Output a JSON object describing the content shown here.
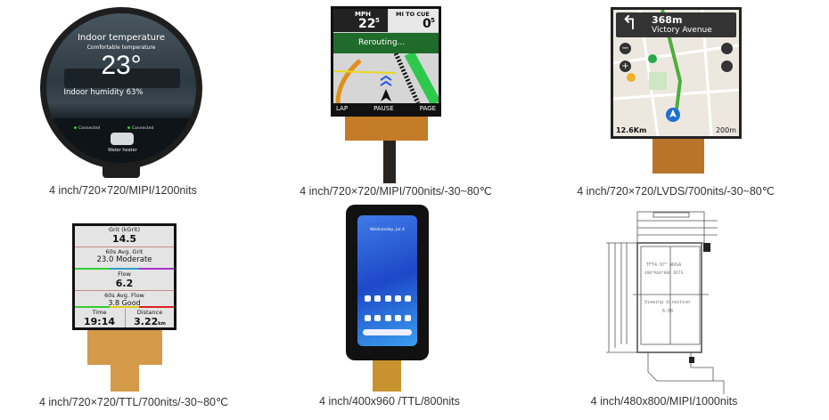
{
  "products": [
    {
      "caption": "4 inch/720×720/MIPI/1200nits",
      "screen": {
        "title": "Indoor temperature",
        "subtitle": "Comfortable temperature",
        "temperature": "23°",
        "humidity": "Indoor humidity 63%",
        "status_left": "Connected",
        "status_center": "Connected",
        "device": "Water heater"
      }
    },
    {
      "caption": "4 inch/720×720/MIPI/700nits/-30~80℃",
      "screen": {
        "speed_label": "MPH",
        "speed_value": "22",
        "speed_decimal": "5",
        "cue_label": "MI TO CUE",
        "cue_value": "0",
        "cue_decimal": "5",
        "banner": "Rerouting...",
        "buttons": [
          "LAP",
          "PAUSE",
          "PAGE"
        ]
      }
    },
    {
      "caption": "4 inch/720×720/LVDS/700nits/-30~80℃",
      "screen": {
        "distance": "368m",
        "street": "Victory Avenue",
        "remaining": "12.6Km",
        "scale": "200m"
      }
    },
    {
      "caption": "4 inch/720×720/TTL/700nits/-30~80℃",
      "screen": {
        "grit_label": "Grit (kGrit)",
        "grit_value": "14.5",
        "avg_grit_label": "60s Avg. Grit",
        "avg_grit_value": "23.0 Moderate",
        "flow_label": "Flow",
        "flow_value": "6.2",
        "avg_flow_label": "60s Avg. Flow",
        "avg_flow_value": "3.8 Good",
        "time_label": "Time",
        "time_value": "19:14",
        "distance_label": "Distance",
        "distance_value": "3.22",
        "distance_unit": "km"
      }
    },
    {
      "caption": "4 inch/400x960 /TTL/800nits",
      "screen": {
        "date": "Wednesday, Jul 4"
      }
    },
    {
      "caption": "4 inch/480x800/MIPI/1000nits",
      "drawing": {
        "model": "TFT4.97\" WVGA",
        "resolution": "480*RGB*800 DOTS",
        "viewing": "Viewing direction",
        "angle": "6:00"
      }
    }
  ]
}
